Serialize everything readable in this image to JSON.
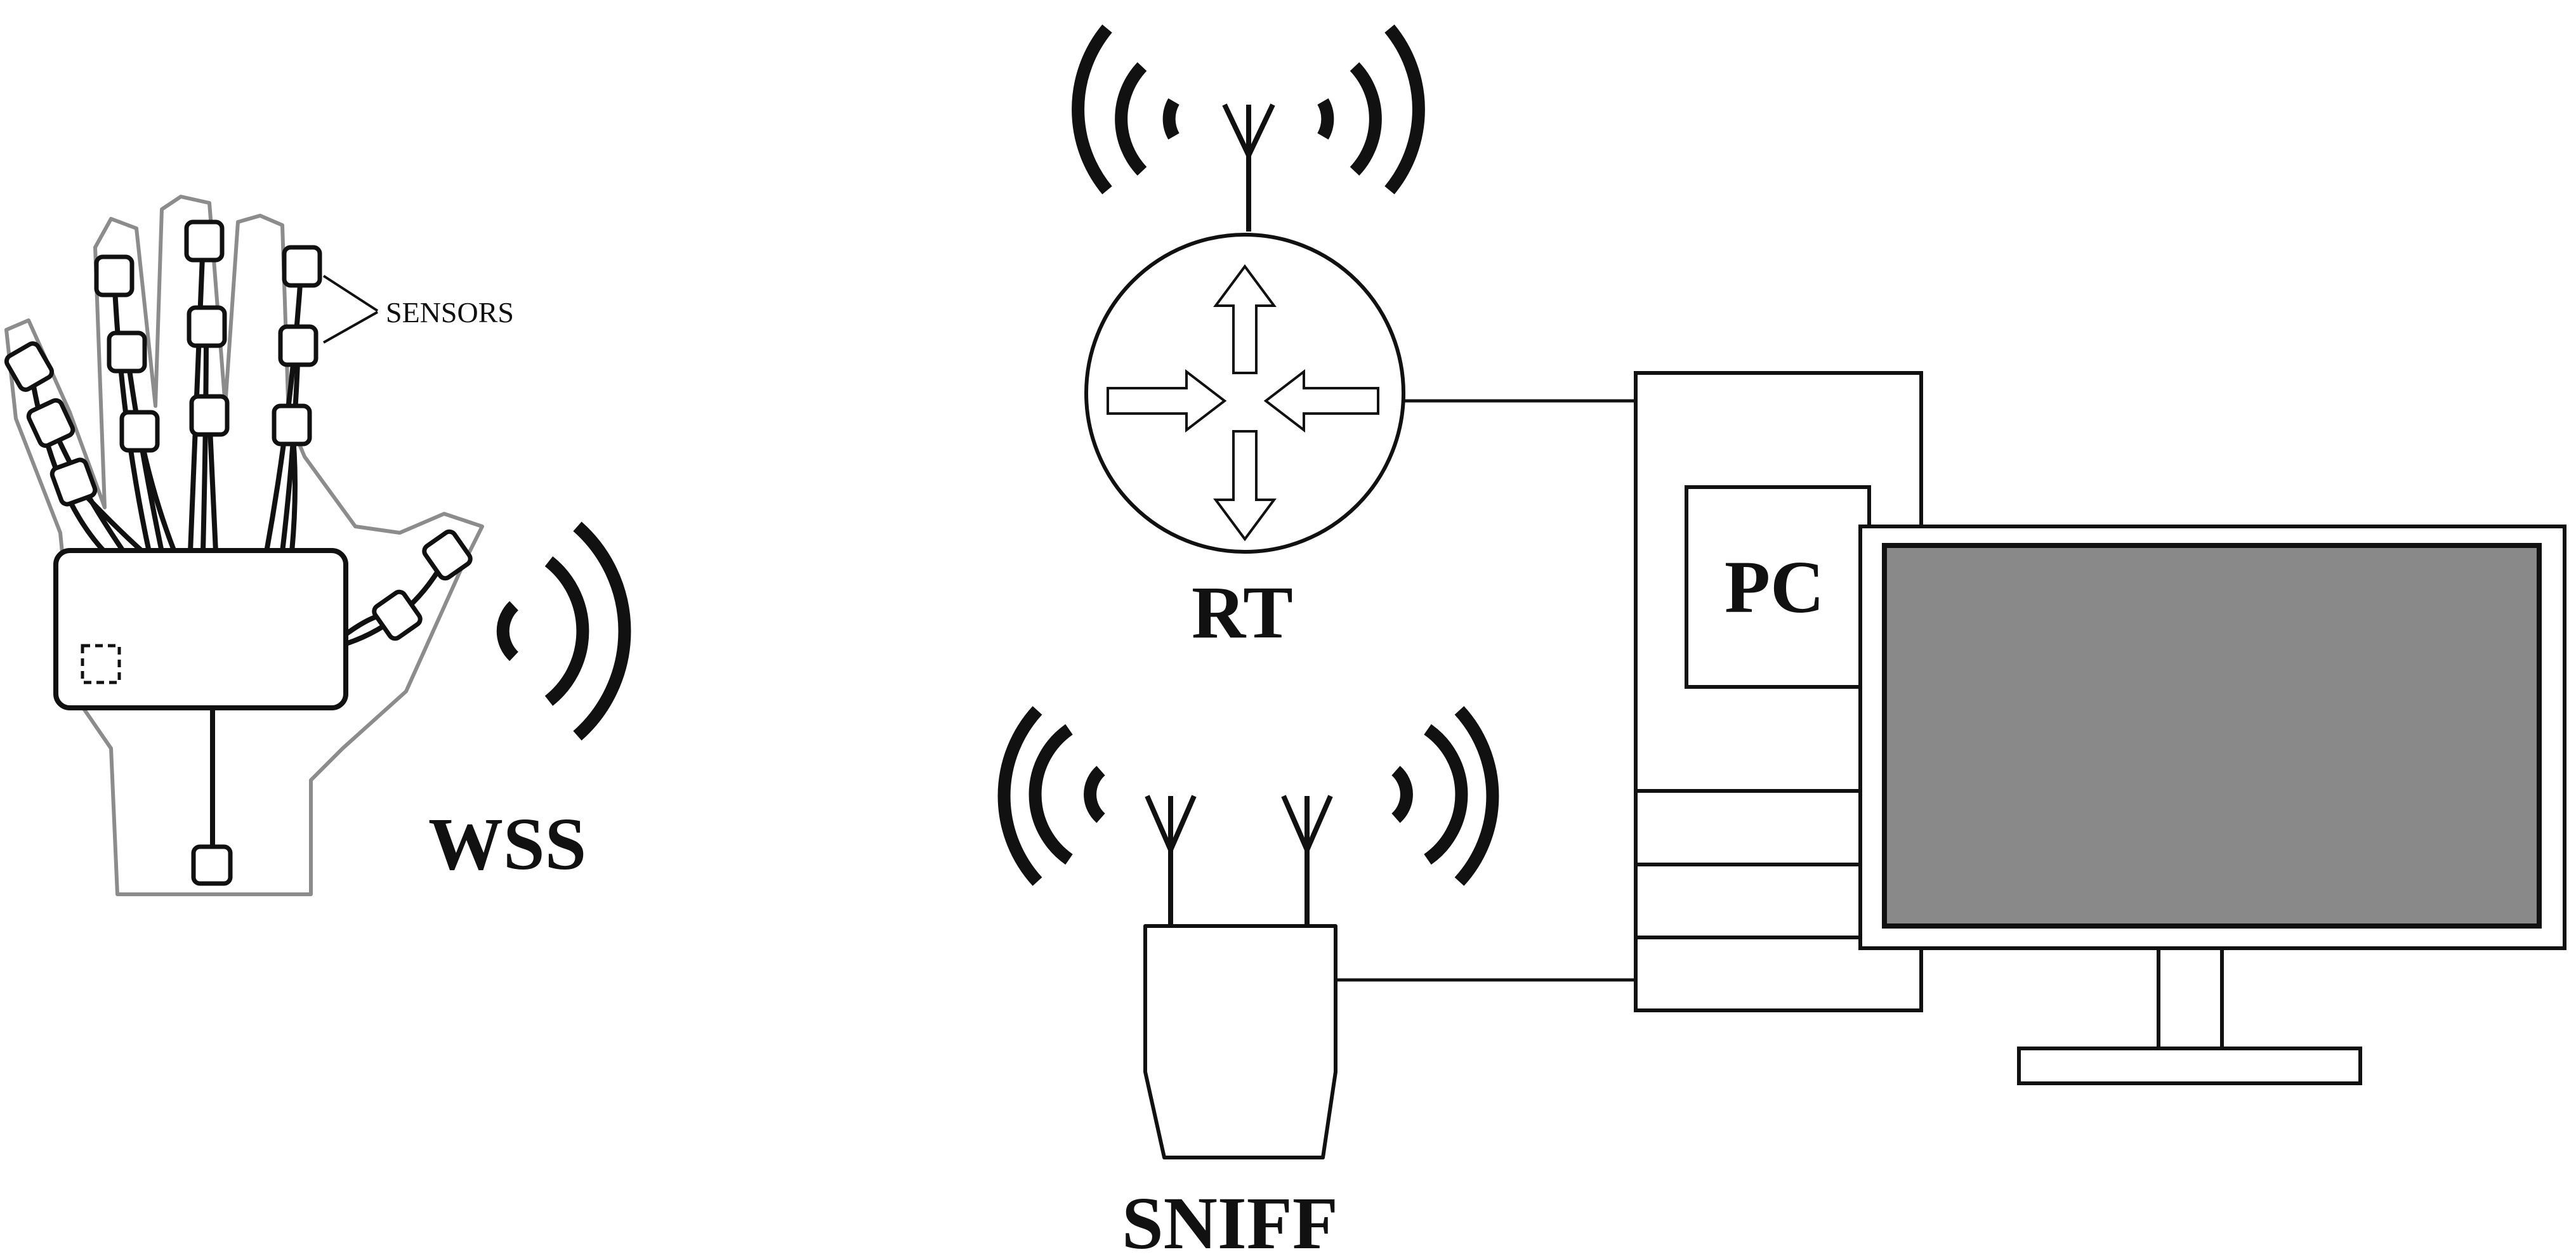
{
  "labels": {
    "sensors": "SENSORS",
    "wss": "WSS",
    "rt": "RT",
    "sniff": "SNIFF",
    "pc": "PC"
  },
  "colors": {
    "ink": "#111111",
    "hand_outline": "#8c8c8c",
    "screen_fill": "#898989"
  },
  "icons": [
    "hand-icon",
    "router-icon",
    "sniffer-icon",
    "pc-tower-icon",
    "monitor-icon",
    "antenna-icon",
    "wireless-waves-icon"
  ]
}
